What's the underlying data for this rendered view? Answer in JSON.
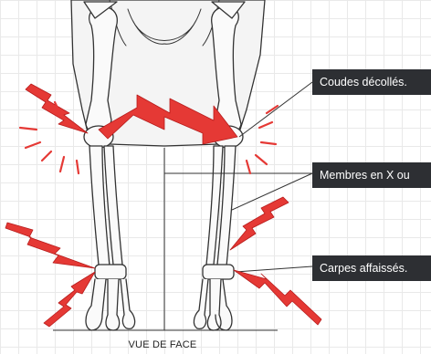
{
  "labels": {
    "elbows": "Coudes décollés.",
    "limbs": "Membres en X ou",
    "carpus": "Carpes affaissés."
  },
  "caption": "VUE DE FACE",
  "colors": {
    "arrow": "#e53935",
    "label_bg": "#2d2f33",
    "bone_stroke": "#333333",
    "grid": "#e9e9e9"
  }
}
